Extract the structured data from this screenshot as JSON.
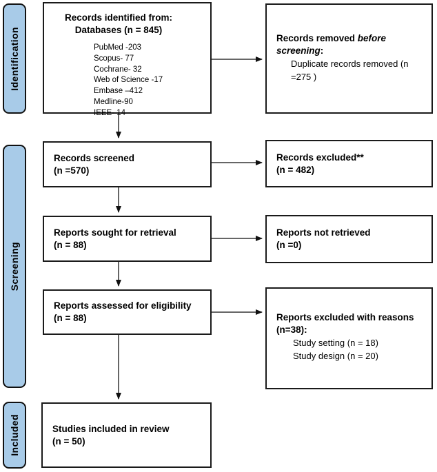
{
  "colors": {
    "stage_fill": "#A8CBE8",
    "box_border": "#1a1a1a",
    "background": "#ffffff",
    "arrow": "#333333"
  },
  "diagram": {
    "stages": [
      {
        "label": "Identification"
      },
      {
        "label": "Screening"
      },
      {
        "label": "Included"
      }
    ],
    "identified": {
      "line1": "Records identified from:",
      "line2": "Databases (n = 845)",
      "databases": [
        "PubMed -203",
        "Scopus- 77",
        "Cochrane- 32",
        "Web of Science -17",
        "Embase –412",
        "Medline-90",
        "IEEE- 14"
      ]
    },
    "removed": {
      "line1_bold": "Records removed ",
      "line1_italic": "before",
      "line2_italic": "screening",
      "line2_bold": ":",
      "detail_line1": "Duplicate records removed (n",
      "detail_line2": "=275 )"
    },
    "screened": {
      "label": "Records screened",
      "count": "(n =570)"
    },
    "excluded": {
      "label": "Records excluded**",
      "count": "(n = 482)"
    },
    "sought": {
      "label": "Reports sought for retrieval",
      "count": "(n = 88)"
    },
    "not_retrieved": {
      "label": "Reports not retrieved",
      "count": "(n =0)"
    },
    "assessed": {
      "label": "Reports assessed for eligibility",
      "count": "(n = 88)"
    },
    "excluded_reasons": {
      "line1": "Reports excluded with reasons",
      "line2": "(n=38):",
      "reasons": [
        "Study setting (n = 18)",
        "Study design (n = 20)"
      ]
    },
    "included_box": {
      "label": "Studies included in review",
      "count": "(n = 50)"
    }
  }
}
